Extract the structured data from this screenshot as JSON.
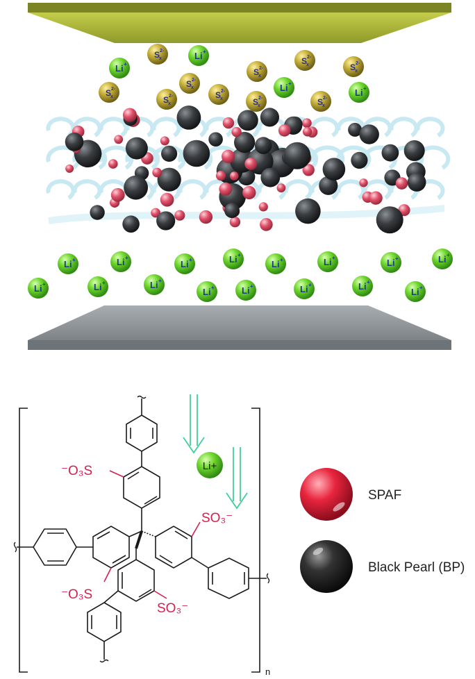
{
  "ions": {
    "lithium": "Li",
    "lithium_charge": "+",
    "polysulfide": "S",
    "polysulfide_sub": "x",
    "polysulfide_charge": "2-"
  },
  "structure": {
    "group_left_top": "O₃S",
    "group_left_top_prefix": "⁻",
    "group_right": "SO₃",
    "group_right_charge": "⁻",
    "group_left_bottom": "O₃S",
    "group_left_bottom_prefix": "⁻",
    "group_bottom": "SO₃",
    "group_bottom_charge": "⁻",
    "repeat_subscript": "n",
    "li_ion_label": "Li+"
  },
  "legend": {
    "spaf_label": "SPAF",
    "bp_label": "Black Pearl (BP)"
  },
  "colors": {
    "li_green": "#5ecf2a",
    "sulfur_gold": "#b5a23a",
    "spaf_red": "#e0203a",
    "bp_black": "#1c1c1c",
    "cathode_green": "#a7b53a",
    "anode_gray": "#9fa6ab",
    "arrow_teal": "#3fcf9a",
    "chem_red": "#d42050"
  }
}
